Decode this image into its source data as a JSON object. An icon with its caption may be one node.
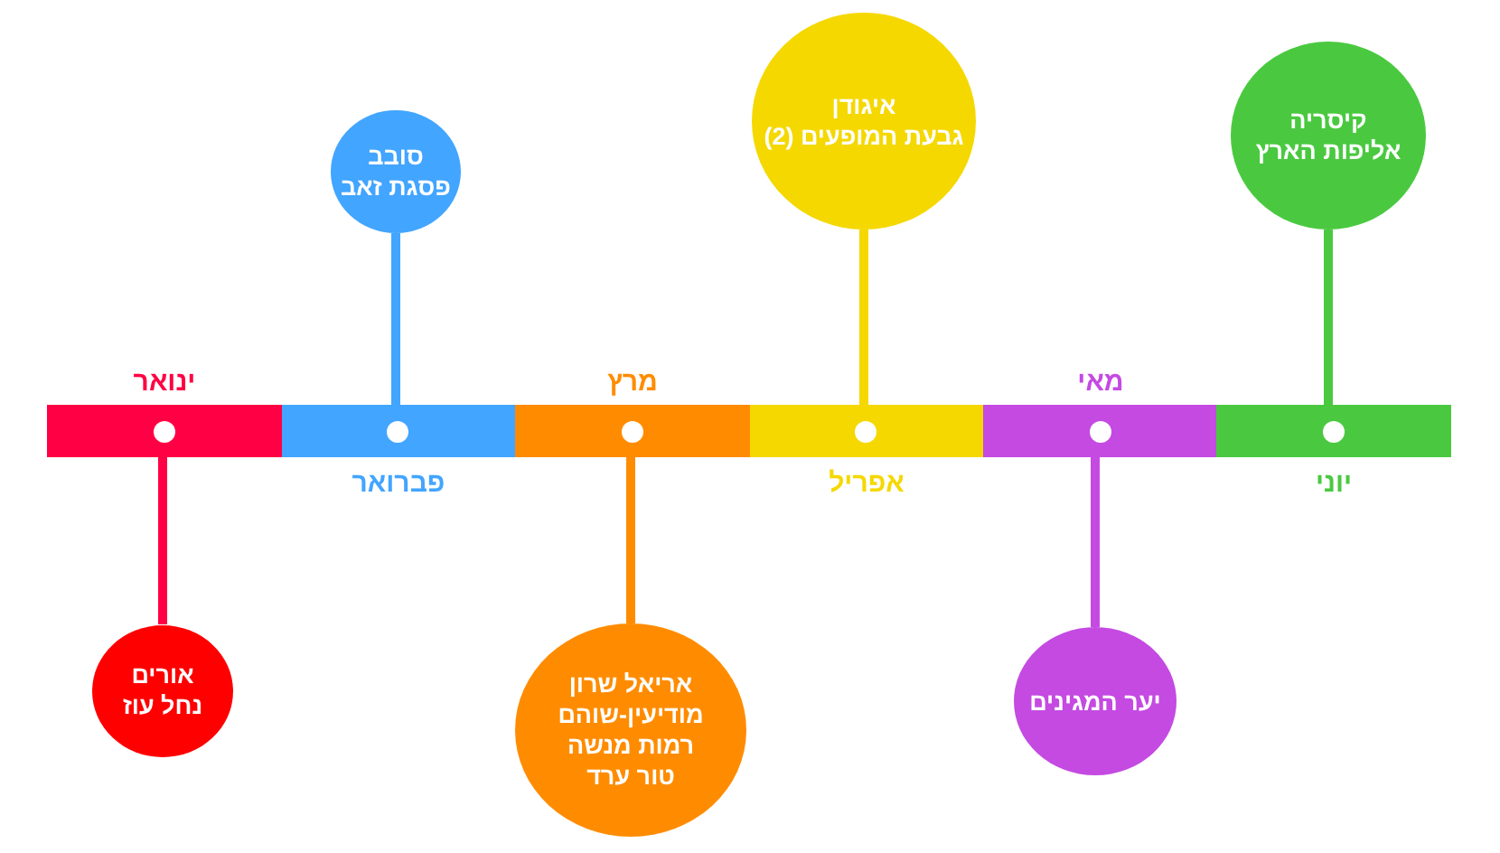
{
  "diagram": {
    "nodes": [
      {
        "text": [
          "ינואר"
        ]
      },
      {
        "text": [
          "פברואר"
        ]
      },
      {
        "text": [
          "מרץ"
        ]
      },
      {
        "text": [
          "אפריל"
        ]
      },
      {
        "text": [
          "מאי"
        ]
      },
      {
        "text": [
          "יוני"
        ]
      },
      {
        "text": [
          "אורים",
          "נחל עוז"
        ]
      },
      {
        "text": [
          "סובב",
          "פסגת זאב"
        ]
      },
      {
        "text": [
          "אריאל שרון",
          "מודיעין-שוהם",
          "רמות מנשה",
          "טור ערד"
        ]
      },
      {
        "text": [
          "איגודן",
          "גבעת המופעים (2)"
        ]
      },
      {
        "text": [
          "יער המגינים"
        ]
      },
      {
        "text": [
          "קיסריה",
          "אליפות הארץ"
        ]
      }
    ],
    "edges": [
      {
        "from": 6,
        "to": 0,
        "arrow": "none",
        "color": "#ff0044"
      },
      {
        "from": 7,
        "to": 1,
        "arrow": "none",
        "color": "#42a5ff"
      },
      {
        "from": 8,
        "to": 2,
        "arrow": "none",
        "color": "#ff8c00"
      },
      {
        "from": 9,
        "to": 3,
        "arrow": "none",
        "color": "#f5d800"
      },
      {
        "from": 10,
        "to": 4,
        "arrow": "none",
        "color": "#c44ae2"
      },
      {
        "from": 11,
        "to": 5,
        "arrow": "none",
        "color": "#4ac940"
      }
    ]
  }
}
